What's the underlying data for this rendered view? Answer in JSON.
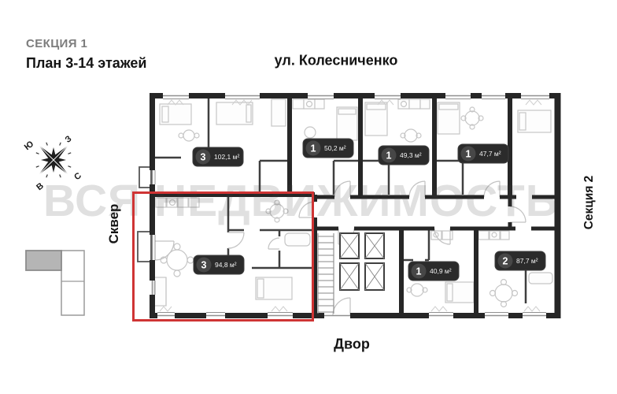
{
  "header": {
    "section_title": "СЕКЦИЯ 1",
    "plan_subtitle": "План 3-14 этажей"
  },
  "surroundings": {
    "street_top": "ул. Колесниченко",
    "left": "Сквер",
    "right": "Секция 2",
    "bottom": "Двор"
  },
  "compass": {
    "north": "С",
    "south": "Ю",
    "west": "З",
    "east": "В"
  },
  "watermark": "ВСЯ НЕДВИЖИМОСТЬ",
  "colors": {
    "highlight": "#cf3434",
    "wall": "#262626",
    "badge_bg": "#2b2b2b"
  },
  "apartments": [
    {
      "rooms": "3",
      "area": "102,1 м²",
      "highlighted": false
    },
    {
      "rooms": "1",
      "area": "50,2 м²",
      "highlighted": false
    },
    {
      "rooms": "1",
      "area": "49,3 м²",
      "highlighted": false
    },
    {
      "rooms": "1",
      "area": "47,7 м²",
      "highlighted": false
    },
    {
      "rooms": "3",
      "area": "94,8 м²",
      "highlighted": true
    },
    {
      "rooms": "1",
      "area": "40,9 м²",
      "highlighted": false
    },
    {
      "rooms": "2",
      "area": "87,7 м²",
      "highlighted": false
    }
  ]
}
